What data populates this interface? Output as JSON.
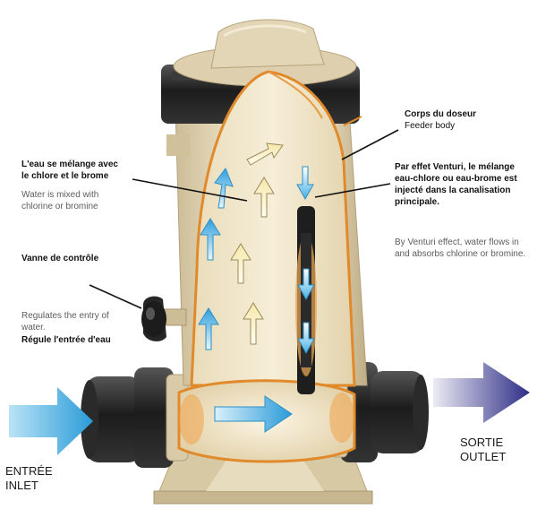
{
  "labels": {
    "feeder_body_fr": "Corps du doseur",
    "feeder_body_en": "Feeder body",
    "mix_fr_1": "L'eau se mélange avec",
    "mix_fr_2": "le chlore et le brome",
    "mix_en_1": "Water is mixed with",
    "mix_en_2": "chlorine or bromine",
    "venturi_fr_1": "Par effet Venturi, le mélange",
    "venturi_fr_2": "eau-chlore ou eau-brome est",
    "venturi_fr_3": "injecté dans la canalisation",
    "venturi_fr_4": "principale.",
    "venturi_en_1": "By Venturi effect, water flows in",
    "venturi_en_2": "and absorbs chlorine or bromine.",
    "valve_fr": "Vanne de contrôle",
    "valve_en_1": "Regulates the entry of",
    "valve_en_2": "water.",
    "valve_fr_2": "Régule l'entrée d'eau",
    "inlet_fr": "ENTRÉE",
    "inlet_en": "INLET",
    "outlet_fr": "SORTIE",
    "outlet_en": "OUTLET"
  },
  "colors": {
    "body": "#e8dcc0",
    "body_shade": "#c9b992",
    "cutaway_edge": "#e08a2c",
    "collar": "#1e1e1e",
    "arrow_blue": "#3aa6e0",
    "arrow_cream": "#fff6cf",
    "outlet_arrow": "#3a3a8c"
  }
}
